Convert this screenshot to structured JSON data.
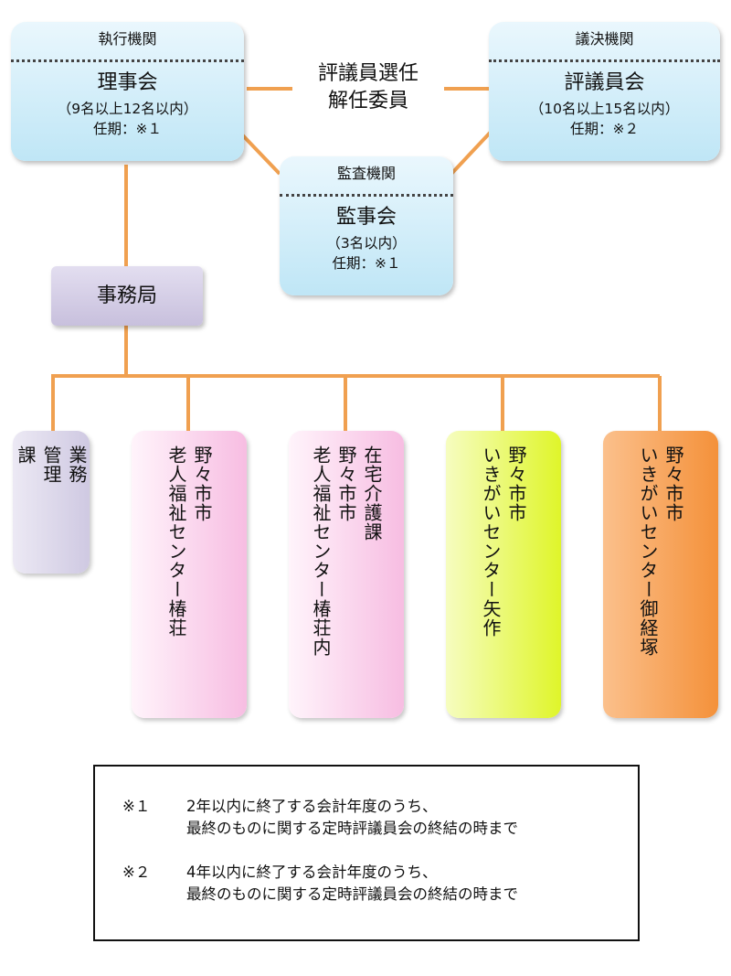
{
  "executive": {
    "caption": "執行機関",
    "name": "理事会",
    "members": "（9名以上12名以内）",
    "term": "任期：※１"
  },
  "council": {
    "caption": "議決機関",
    "name": "評議員会",
    "members": "（10名以上15名以内）",
    "term": "任期：※２"
  },
  "audit": {
    "caption": "監査機関",
    "name": "監事会",
    "members": "（3名以内）",
    "term": "任期：※１"
  },
  "selection_committee": {
    "line1": "評議員選任",
    "line2": "解任委員"
  },
  "secretariat": "事務局",
  "departments": [
    {
      "columns": [
        "業務",
        "管理",
        "課"
      ],
      "color": "#dcd8ea"
    },
    {
      "columns": [
        "野々市市",
        "老人福祉センター椿荘"
      ],
      "color": "#f9c4e6"
    },
    {
      "columns": [
        "在宅介護課",
        "野々市市",
        "老人福祉センター椿荘内"
      ],
      "color": "#f9c4e6"
    },
    {
      "columns": [
        "野々市市",
        "いきがいセンター矢作"
      ],
      "color": "#e3f73a"
    },
    {
      "columns": [
        "野々市市",
        "いきがいセンター御経塚"
      ],
      "color": "#f59a4a"
    }
  ],
  "notes": [
    {
      "mark": "※１",
      "line1": "2年以内に終了する会計年度のうち、",
      "line2": "最終のものに関する定時評議員会の終結の時まで"
    },
    {
      "mark": "※２",
      "line1": "4年以内に終了する会計年度のうち、",
      "line2": "最終のものに関する定時評議員会の終結の時まで"
    }
  ],
  "colors": {
    "connector": "#f0a050"
  }
}
